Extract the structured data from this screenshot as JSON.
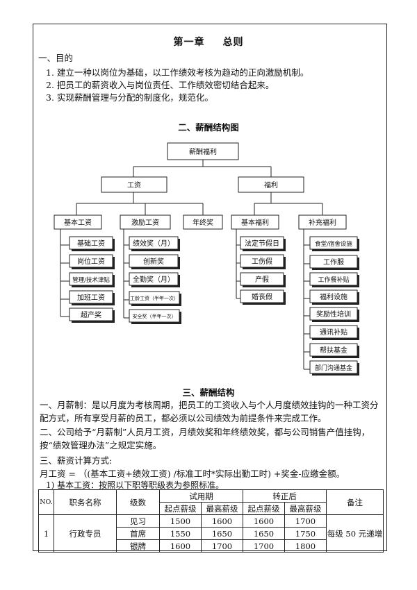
{
  "chapter_title": {
    "prefix": "第一章",
    "name": "总则"
  },
  "purpose": {
    "heading": "一、目的",
    "items": [
      "1. 建立一种以岗位为基础，以工作绩效考核为趋动的正向激励机制。",
      "2. 把员工的薪资收入与岗位责任、工作绩效密切结合起来。",
      "3. 实现薪酬管理与分配的制度化，规范化。"
    ]
  },
  "structure_chart": {
    "heading": "二、薪酬结构图",
    "root": "薪酬福利",
    "groups": [
      "工资",
      "福利"
    ],
    "categories": [
      "基本工资",
      "激励工资",
      "年终奖",
      "基本福利",
      "补充福利"
    ],
    "basic_pay": [
      "基础工资",
      "岗位工资",
      "管理/技术津贴",
      "加班工资",
      "超产奖"
    ],
    "incentive_pay": [
      "绩效奖（月）",
      "创新奖",
      "全勤奖（月）",
      "工龄工资（半年一次）",
      "安全奖（半年一次）"
    ],
    "basic_welfare": [
      "法定节假日",
      "工伤假",
      "产假",
      "婚丧假"
    ],
    "extra_welfare": [
      "食堂/宿舍设施",
      "工作服",
      "工作餐补贴",
      "福利设施",
      "奖励性培训",
      "通讯补贴",
      "帮扶基金",
      "部门沟通基金"
    ]
  },
  "salary_structure": {
    "heading": "三、薪酬结构",
    "p1": "一、月薪制：是以月度为考核周期，把员工的工资收入与个人月度绩效挂钩的一种工资分配方式，所有享受月薪的员工，都必须以公司绩效为前提条件来完成工作。",
    "p2": "二、公司给予“月薪制”人员月工资，月绩效奖和年终绩效奖，都与公司销售产值挂钩，按“绩效管理办法”之规定实施。",
    "p3_heading": "三、薪资计算方式:",
    "formula": "月工资 = （(基本工资+绩效工资) /标准工时*实际出勤工时) +奖金-应缴金额。",
    "sub1": "1)   基本工资：按照以下职等职级表为参照标准。"
  },
  "salary_table": {
    "headers": {
      "no": "NO.",
      "position": "职务名称",
      "level": "级数",
      "probation": "试用期",
      "regular": "转正后",
      "note": "备注",
      "start": "起点薪级",
      "max": "最高薪级"
    },
    "row": {
      "no": "1",
      "position": "行政专员",
      "note": "每级 50 元递增",
      "levels": [
        {
          "level": "见习",
          "p_start": "1500",
          "p_max": "1600",
          "r_start": "1600",
          "r_max": "1700"
        },
        {
          "level": "首席",
          "p_start": "1550",
          "p_max": "1650",
          "r_start": "1650",
          "r_max": "1750"
        },
        {
          "level": "银牌",
          "p_start": "1600",
          "p_max": "1700",
          "r_start": "1700",
          "r_max": "1800"
        }
      ]
    }
  }
}
